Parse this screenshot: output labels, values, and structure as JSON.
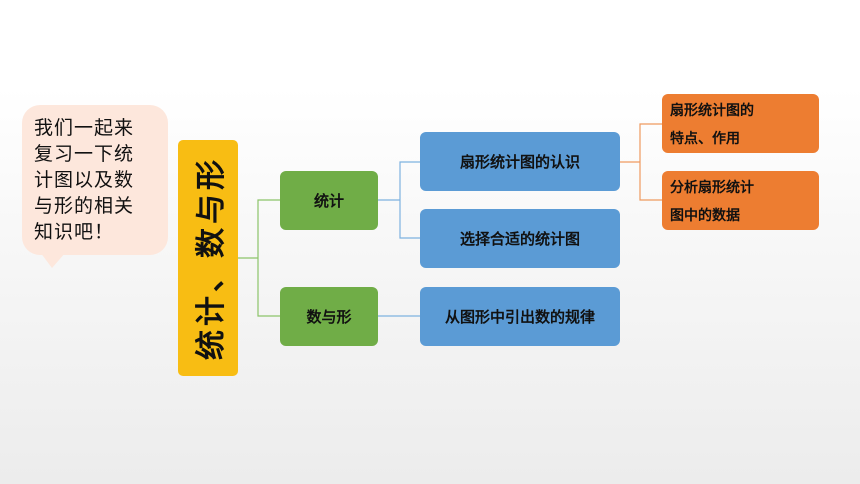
{
  "bubble_text": "我们一起来\n复习一下统\n计图以及数\n与形的相关\n知识吧！",
  "root_label": "统计、数与形",
  "branches": [
    {
      "label": "统计",
      "children": [
        {
          "label": "扇形统计图的认识",
          "children": [
            {
              "label": "扇形统计图的\n特点、作用"
            },
            {
              "label": "分析扇形统计\n图中的数据"
            }
          ]
        },
        {
          "label": "选择合适的统计图"
        }
      ]
    },
    {
      "label": "数与形",
      "children": [
        {
          "label": "从图形中引出数的规律"
        }
      ]
    }
  ],
  "colors": {
    "bubble": "#fde7dc",
    "root": "#f8bd13",
    "level1": "#70ad47",
    "level2": "#5b9bd5",
    "level3": "#ed7d31"
  }
}
